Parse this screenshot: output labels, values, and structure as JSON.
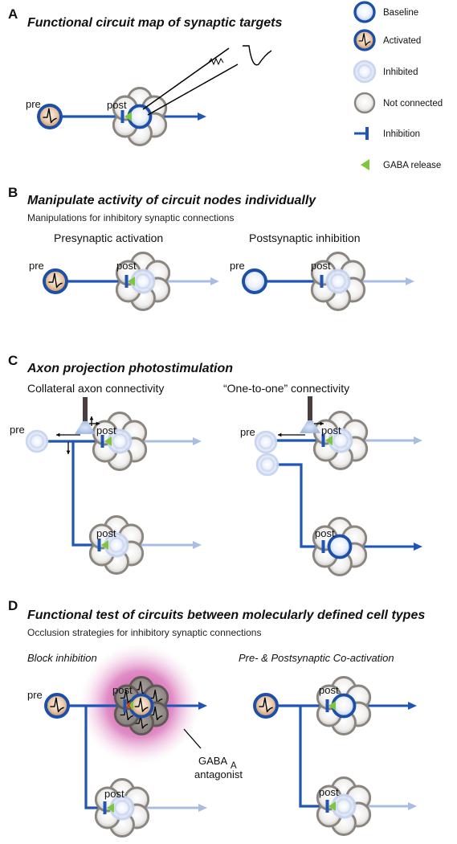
{
  "colors": {
    "axon": "#1f55b5",
    "axon_faded": "#a9bde3",
    "neuron_outer": "#1c4fa8",
    "neuron_inner": "#ffffff",
    "inhibited": "#c6d3ef",
    "not_connected": "#d9d7d5",
    "not_connected_ring": "#8a857f",
    "gaba": "#7ec63b",
    "antagonist": "#c2389a",
    "light_fiber": "#4a3f3c"
  },
  "legend": [
    {
      "icon": "baseline-neuron-icon",
      "label": "Baseline"
    },
    {
      "icon": "activated-neuron-icon",
      "label": "Activated"
    },
    {
      "icon": "inhibited-neuron-icon",
      "label": "Inhibited"
    },
    {
      "icon": "not-connected-neuron-icon",
      "label": "Not connected"
    },
    {
      "icon": "inhibition-symbol-icon",
      "label": "Inhibition"
    },
    {
      "icon": "gaba-release-icon",
      "label": "GABA release"
    }
  ],
  "panels": {
    "A": {
      "letter": "A",
      "title": "Functional circuit map of synaptic targets"
    },
    "B": {
      "letter": "B",
      "title": "Manipulate activity of circuit nodes individually",
      "subtitle": "Manipulations for inhibitory synaptic connections",
      "left_heading": "Presynaptic activation",
      "right_heading": "Postsynaptic inhibition"
    },
    "C": {
      "letter": "C",
      "title": "Axon projection photostimulation",
      "left_heading": "Collateral axon connectivity",
      "right_heading": "“One-to-one” connectivity"
    },
    "D": {
      "letter": "D",
      "title": "Functional test of circuits between molecularly defined cell types",
      "subtitle": "Occlusion strategies for inhibitory synaptic connections",
      "left_heading": "Block inhibition",
      "right_heading": "Pre- & Postsynaptic Co-activation",
      "antagonist_line1": "GABA",
      "antagonist_sub": "A",
      "antagonist_line2": "antagonist"
    }
  },
  "labels": {
    "pre": "pre",
    "post": "post",
    "block_mark": "X"
  }
}
